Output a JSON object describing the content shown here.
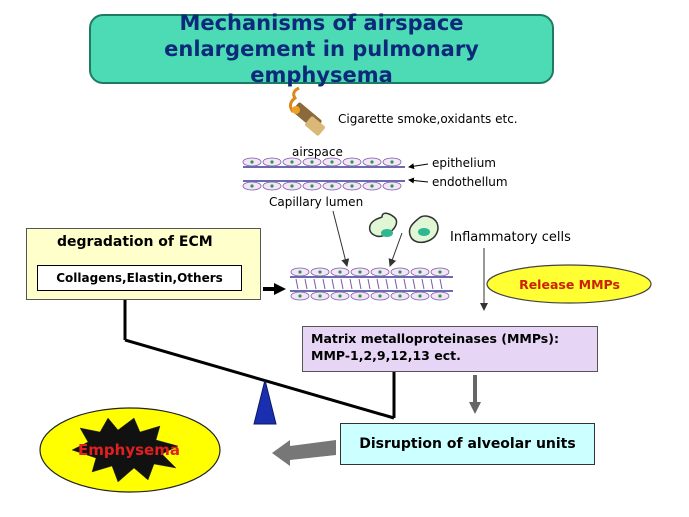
{
  "title": "Mechanisms of airspace enlargement in pulmonary emphysema",
  "labels": {
    "cigarette": "Cigarette smoke,oxidants etc.",
    "airspace": "airspace",
    "epithelium": "epithelium",
    "endothelium": "endothellum",
    "capillary": "Capillary lumen",
    "inflammatory": "Inflammatory cells",
    "release_mmps": "Release MMPs",
    "ecm_title": "degradation of ECM",
    "collagens": "Collagens,Elastin,Others",
    "mmp_line1": "Matrix metalloproteinases (MMPs):",
    "mmp_line2": "MMP-1,2,9,12,13 ect.",
    "disruption": "Disruption of alveolar units",
    "emphysema": "Emphysema"
  },
  "icons": {
    "cigarette": "cigarette-icon",
    "up_arrow": "up-arrow-icon",
    "cell": "inflammatory-cell-icon",
    "fulcrum": "triangle-fulcrum-icon"
  },
  "colors": {
    "title_bg": "#4ddbb5",
    "title_text": "#0d2a7a",
    "ecm_bg": "#ffffcc",
    "mmp_bg": "#e6d5f5",
    "disruption_bg": "#ccffff",
    "release_ellipse": "#ffff33",
    "emphysema_ellipse": "#ffff00",
    "up_arrow": "#e01010",
    "fulcrum": "#1a2fb0",
    "cell_fill": "#2db891"
  }
}
